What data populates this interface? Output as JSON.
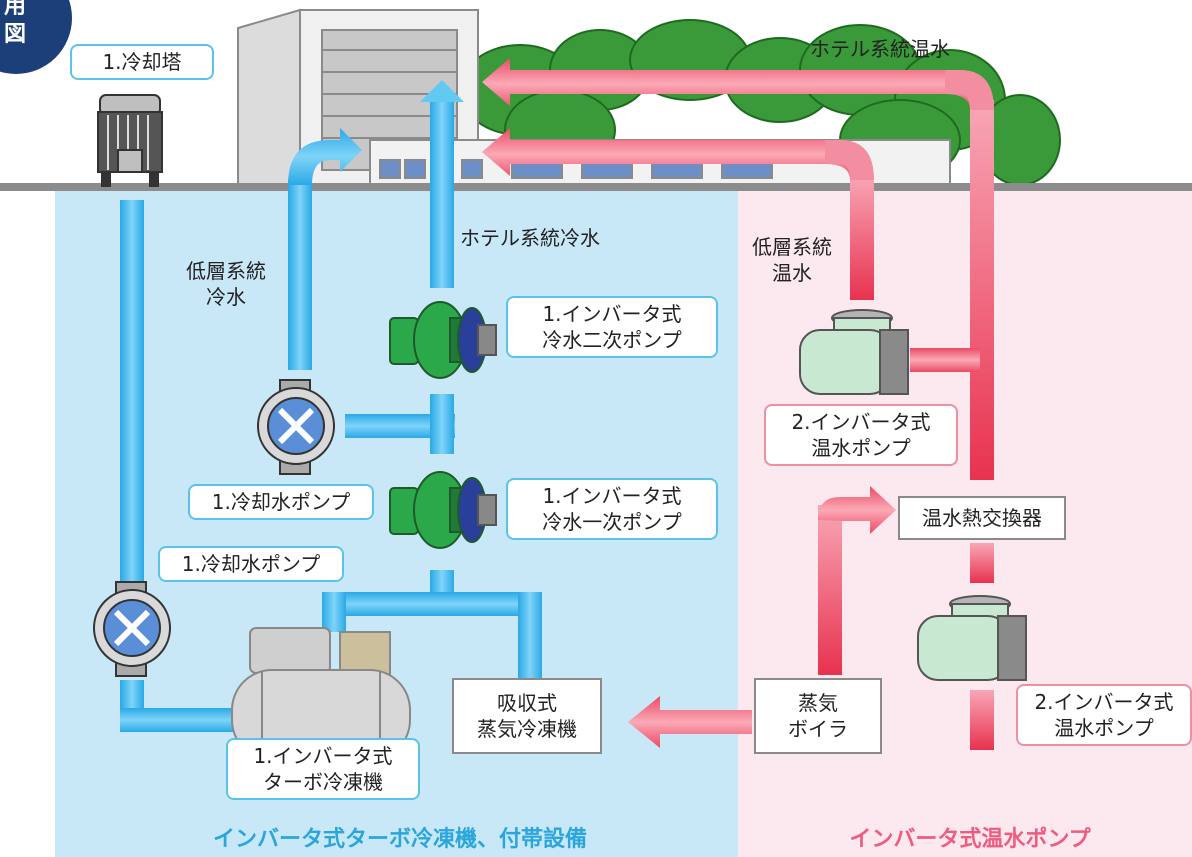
{
  "badge": {
    "line1": "用",
    "line2": "図"
  },
  "labels": {
    "cooling_tower": "1.冷却塔",
    "hotel_hot_water": "ホテル系統温水",
    "hotel_chilled_water": "ホテル系統冷水",
    "low_chilled_water": "低層系統\n冷水",
    "low_hot_water": "低層系統\n温水",
    "secondary_pump": "1.インバータ式\n冷水二次ポンプ",
    "primary_pump": "1.インバータ式\n冷水一次ポンプ",
    "cooling_pump_a": "1.冷却水ポンプ",
    "cooling_pump_b": "1.冷却水ポンプ",
    "turbo_chiller": "1.インバータ式\nターボ冷凍機",
    "absorption_chiller": "吸収式\n蒸気冷凍機",
    "boiler": "蒸気\nボイラ",
    "heat_exchanger": "温水熱交換器",
    "hot_pump_a": "2.インバータ式\n温水ポンプ",
    "hot_pump_b": "2.インバータ式\n温水ポンプ"
  },
  "captions": {
    "left": "インバータ式ターボ冷凍機、付帯設備",
    "right": "インバータ式温水ポンプ"
  },
  "colors": {
    "chilled_zone": "#c9e8f7",
    "hot_zone": "#fce8ef",
    "chilled_pipe": "#36b6ee",
    "hot_pipe": "#ee4f6a",
    "label_border_blue": "#5cc3e8",
    "label_border_pink": "#ee8fa4",
    "caption_blue": "#2aa6dc",
    "caption_pink": "#ee5c80",
    "ground_line": "#8c8c8c",
    "trees": "#3a9a3a",
    "badge": "#1c3f7a"
  }
}
